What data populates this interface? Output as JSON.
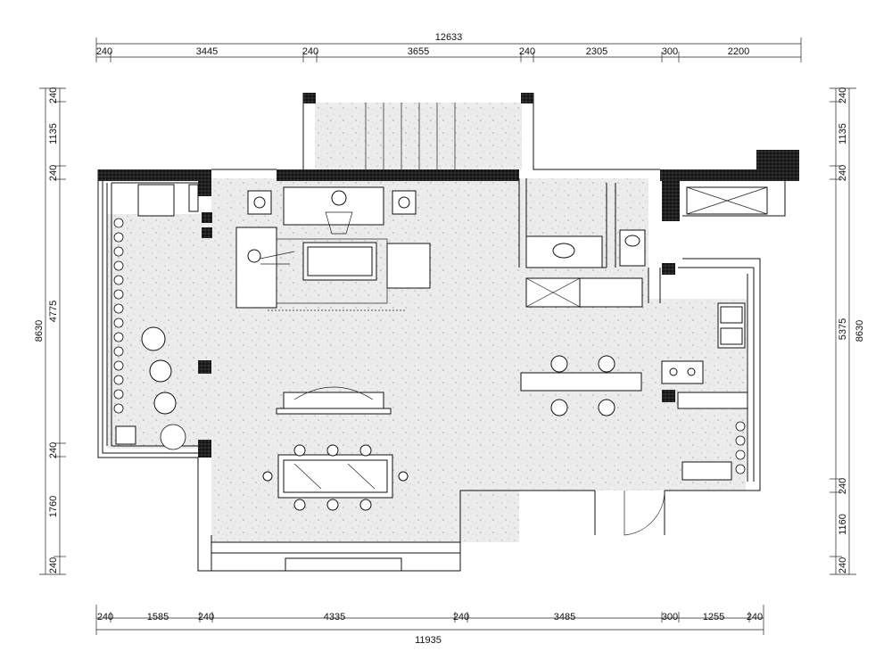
{
  "drawing": {
    "top_total": "12633",
    "top_segments": [
      "240",
      "3445",
      "240",
      "3655",
      "240",
      "2305",
      "300",
      "2200"
    ],
    "bottom_total": "11935",
    "bottom_segments": [
      "240",
      "1585",
      "240",
      "4335",
      "240",
      "3485",
      "300",
      "1255",
      "240"
    ],
    "left_total": "8630",
    "left_segments": [
      "240",
      "1135",
      "240",
      "4775",
      "240",
      "1760",
      "240"
    ],
    "right_total": "8630",
    "right_segments": [
      "240",
      "1135",
      "240",
      "5375",
      "240",
      "1160",
      "240"
    ]
  }
}
